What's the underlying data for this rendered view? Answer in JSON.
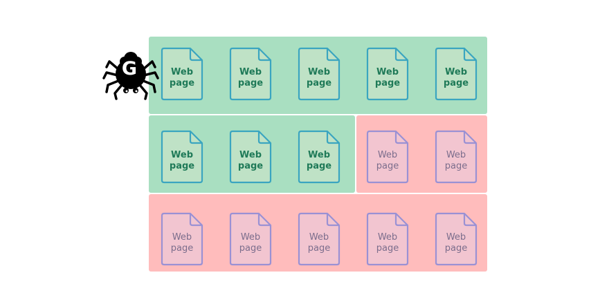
{
  "colors": {
    "crawled_fill": "#a9dfc1",
    "uncrawled_fill": "#ffbcbc",
    "crawled_page_fill": "#bfe2c6",
    "uncrawled_page_fill": "#f2c5d0",
    "crawled_outline": "#3aa5c0",
    "uncrawled_outline": "#9a91d4",
    "crawled_text": "#1f7a58",
    "uncrawled_text": "#7b6d8c"
  },
  "spider": {
    "icon": "spider-icon",
    "letter": "G"
  },
  "pages": [
    {
      "line1": "Web",
      "line2": "page",
      "status": "crawled"
    },
    {
      "line1": "Web",
      "line2": "page",
      "status": "crawled"
    },
    {
      "line1": "Web",
      "line2": "page",
      "status": "crawled"
    },
    {
      "line1": "Web",
      "line2": "page",
      "status": "crawled"
    },
    {
      "line1": "Web",
      "line2": "page",
      "status": "crawled"
    },
    {
      "line1": "Web",
      "line2": "page",
      "status": "crawled"
    },
    {
      "line1": "Web",
      "line2": "page",
      "status": "crawled"
    },
    {
      "line1": "Web",
      "line2": "page",
      "status": "crawled"
    },
    {
      "line1": "Web",
      "line2": "page",
      "status": "uncrawled"
    },
    {
      "line1": "Web",
      "line2": "page",
      "status": "uncrawled"
    },
    {
      "line1": "Web",
      "line2": "page",
      "status": "uncrawled"
    },
    {
      "line1": "Web",
      "line2": "page",
      "status": "uncrawled"
    },
    {
      "line1": "Web",
      "line2": "page",
      "status": "uncrawled"
    },
    {
      "line1": "Web",
      "line2": "page",
      "status": "uncrawled"
    },
    {
      "line1": "Web",
      "line2": "page",
      "status": "uncrawled"
    }
  ]
}
